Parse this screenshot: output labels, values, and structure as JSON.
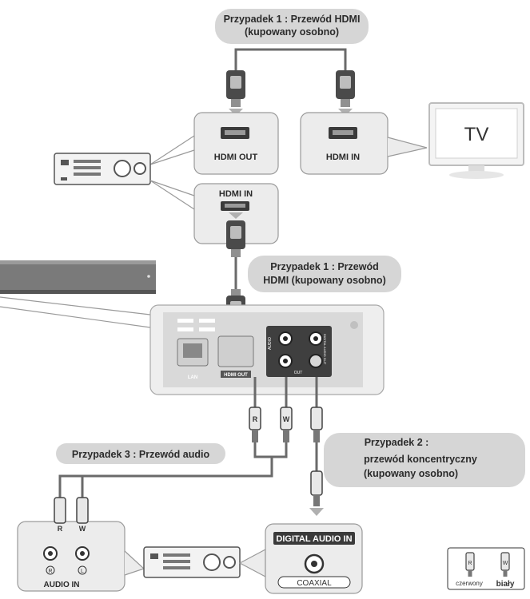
{
  "labels": {
    "case1_top_line1": "Przypadek 1 : Przewód HDMI",
    "case1_top_line2": "(kupowany osobno)",
    "case1_mid_line1": "Przypadek 1 : Przewód",
    "case1_mid_line2": "HDMI (kupowany osobno)",
    "case2_line1": "Przypadek 2 :",
    "case2_line2": "przewód koncentryczny",
    "case2_line3": "(kupowany osobno)",
    "case3": "Przypadek 3 : Przewód audio"
  },
  "ports": {
    "hdmi_out": "HDMI OUT",
    "hdmi_in_tv": "HDMI IN",
    "hdmi_in_receiver": "HDMI IN",
    "lan": "LAN",
    "panel_hdmi_out": "HDMI OUT",
    "panel_audio": "AUDIO",
    "panel_out": "OUT",
    "panel_digital": "DIGITAL AUDIO OUT",
    "audio_in": "AUDIO IN",
    "digital_audio_in": "DIGITAL AUDIO IN",
    "coaxial": "COAXIAL"
  },
  "devices": {
    "tv": "TV"
  },
  "plugs": {
    "red_letter": "R",
    "white_letter": "W",
    "jack_right": "R",
    "jack_left": "L"
  },
  "legend": {
    "red": "czerwony",
    "white": "biały"
  }
}
